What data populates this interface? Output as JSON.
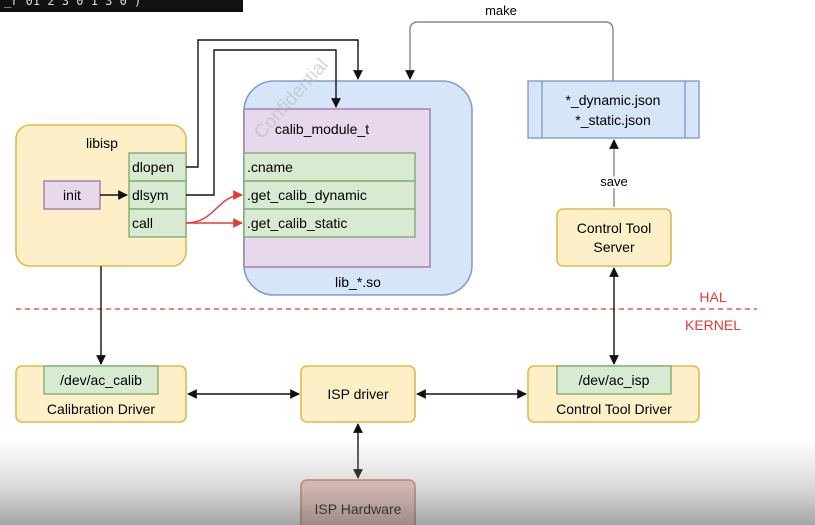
{
  "corner_text": "_r 01 2 3 0 1 3 0 )",
  "watermark": "Confidential",
  "libisp": {
    "title": "libisp",
    "init": "init",
    "dlopen": "dlopen",
    "dlsym": "dlsym",
    "call": "call"
  },
  "lib_so": {
    "label": "lib_*.so",
    "module": {
      "title": "calib_module_t",
      "fields": [
        ".cname",
        ".get_calib_dynamic",
        ".get_calib_static"
      ]
    }
  },
  "json_files": [
    "*_dynamic.json",
    "*_static.json"
  ],
  "edge_labels": {
    "make": "make",
    "save": "save"
  },
  "control_tool_server": [
    "Control Tool",
    "Server"
  ],
  "boundary": {
    "hal": "HAL",
    "kernel": "KERNEL"
  },
  "calibration_driver": {
    "dev": "/dev/ac_calib",
    "label": "Calibration Driver"
  },
  "isp_driver": "ISP driver",
  "control_tool_driver": {
    "dev": "/dev/ac_isp",
    "label": "Control Tool Driver"
  },
  "isp_hardware": "ISP Hardware",
  "colors": {
    "yellow_fill": "#fdf0c8",
    "yellow_stroke": "#e3b84d",
    "blue_fill": "#d6e5f8",
    "blue_stroke": "#7e9fd0",
    "purple_fill": "#e8d8ec",
    "purple_stroke": "#a07cab",
    "green_fill": "#d8ebd2",
    "green_stroke": "#80ae70",
    "red_fill": "#f1c7c0",
    "red_stroke": "#c0837a",
    "boundary_red": "#e53935"
  }
}
